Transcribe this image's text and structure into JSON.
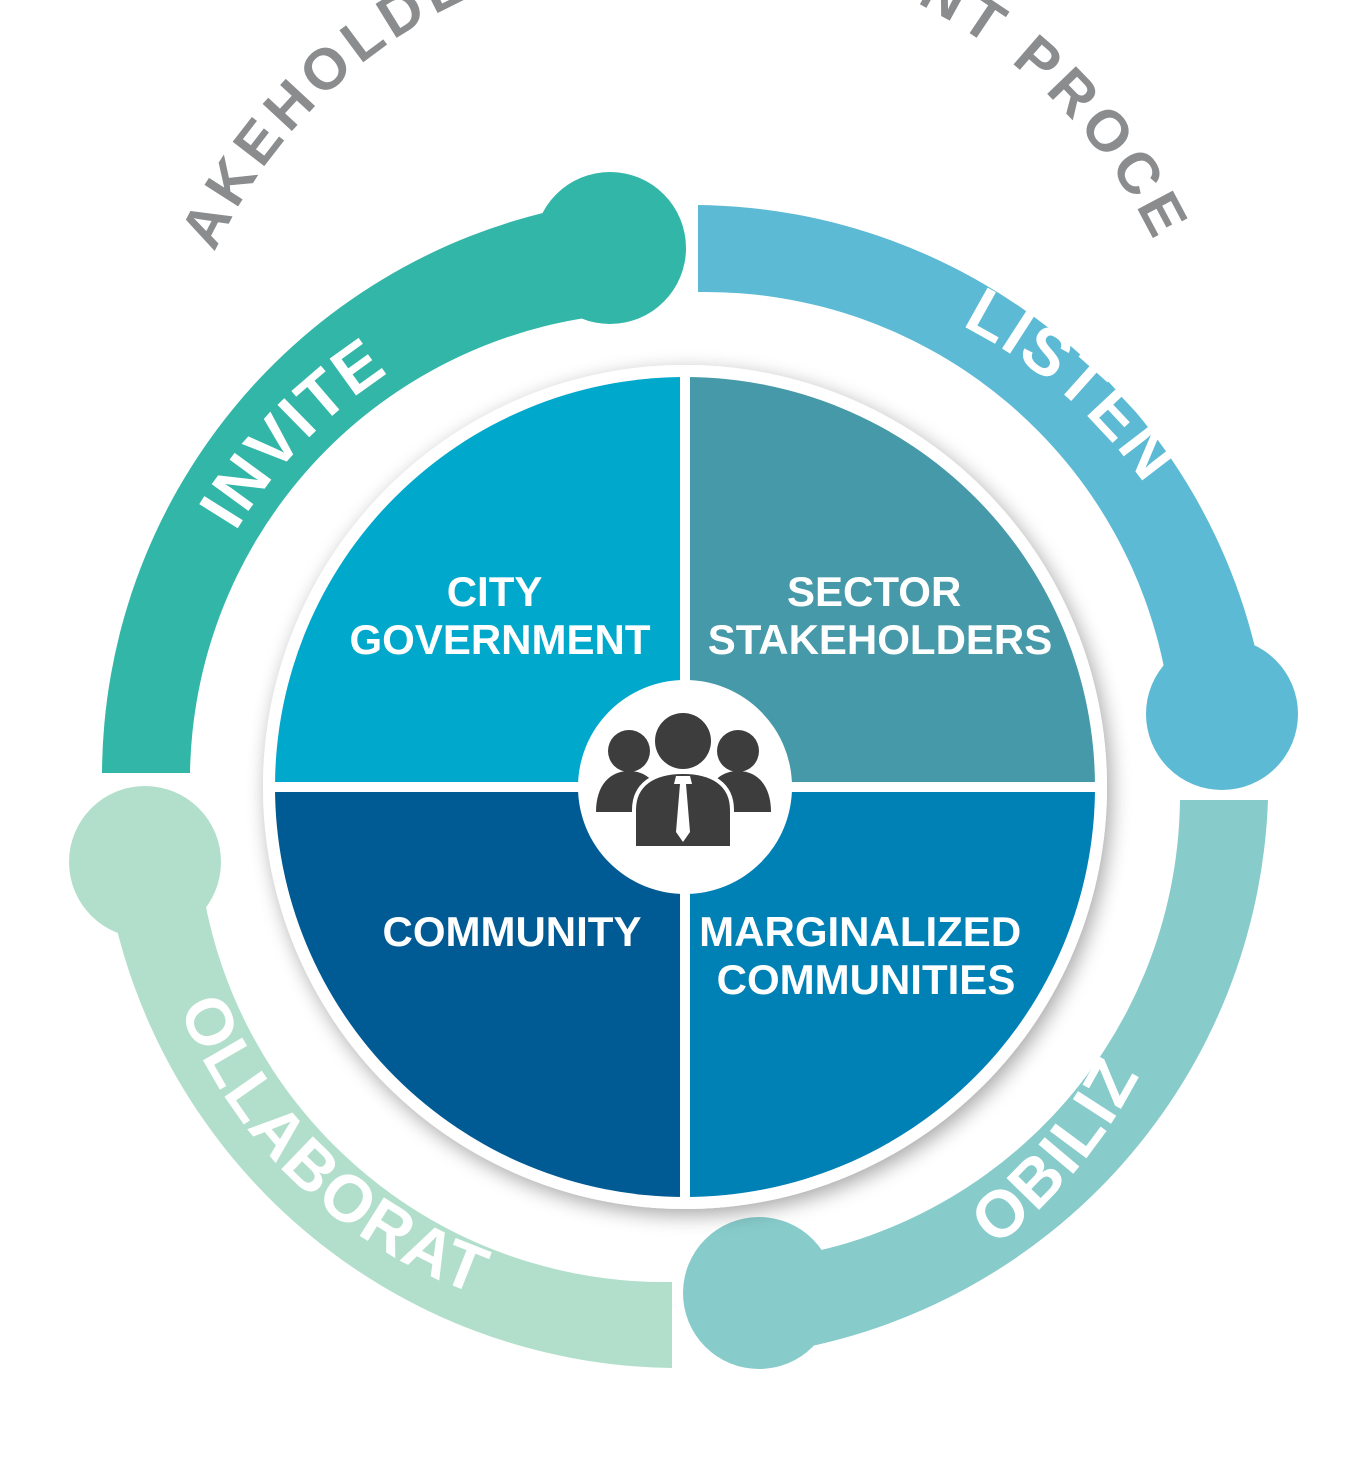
{
  "title": "STAKEHOLDER ENGAGEMENT PROCESS",
  "stages": [
    {
      "label": "INVITE",
      "color": "#32b6a8"
    },
    {
      "label": "LISTEN",
      "color": "#5cbad4"
    },
    {
      "label": "MOBILIZE",
      "color": "#87cbcb"
    },
    {
      "label": "COLLABORATE",
      "color": "#b2dfcc"
    }
  ],
  "quadrants": [
    {
      "lines": [
        "CITY",
        "GOVERNMENT"
      ],
      "color": "#00a8cc"
    },
    {
      "lines": [
        "SECTOR",
        "STAKEHOLDERS"
      ],
      "color": "#4699a8"
    },
    {
      "lines": [
        "COMMUNITY"
      ],
      "color": "#005a94"
    },
    {
      "lines": [
        "MARGINALIZED",
        "COMMUNITIES"
      ],
      "color": "#0081b6"
    }
  ],
  "center_icon": "people-group-icon",
  "icon_color": "#3d3d3d",
  "divider_color": "#ffffff"
}
